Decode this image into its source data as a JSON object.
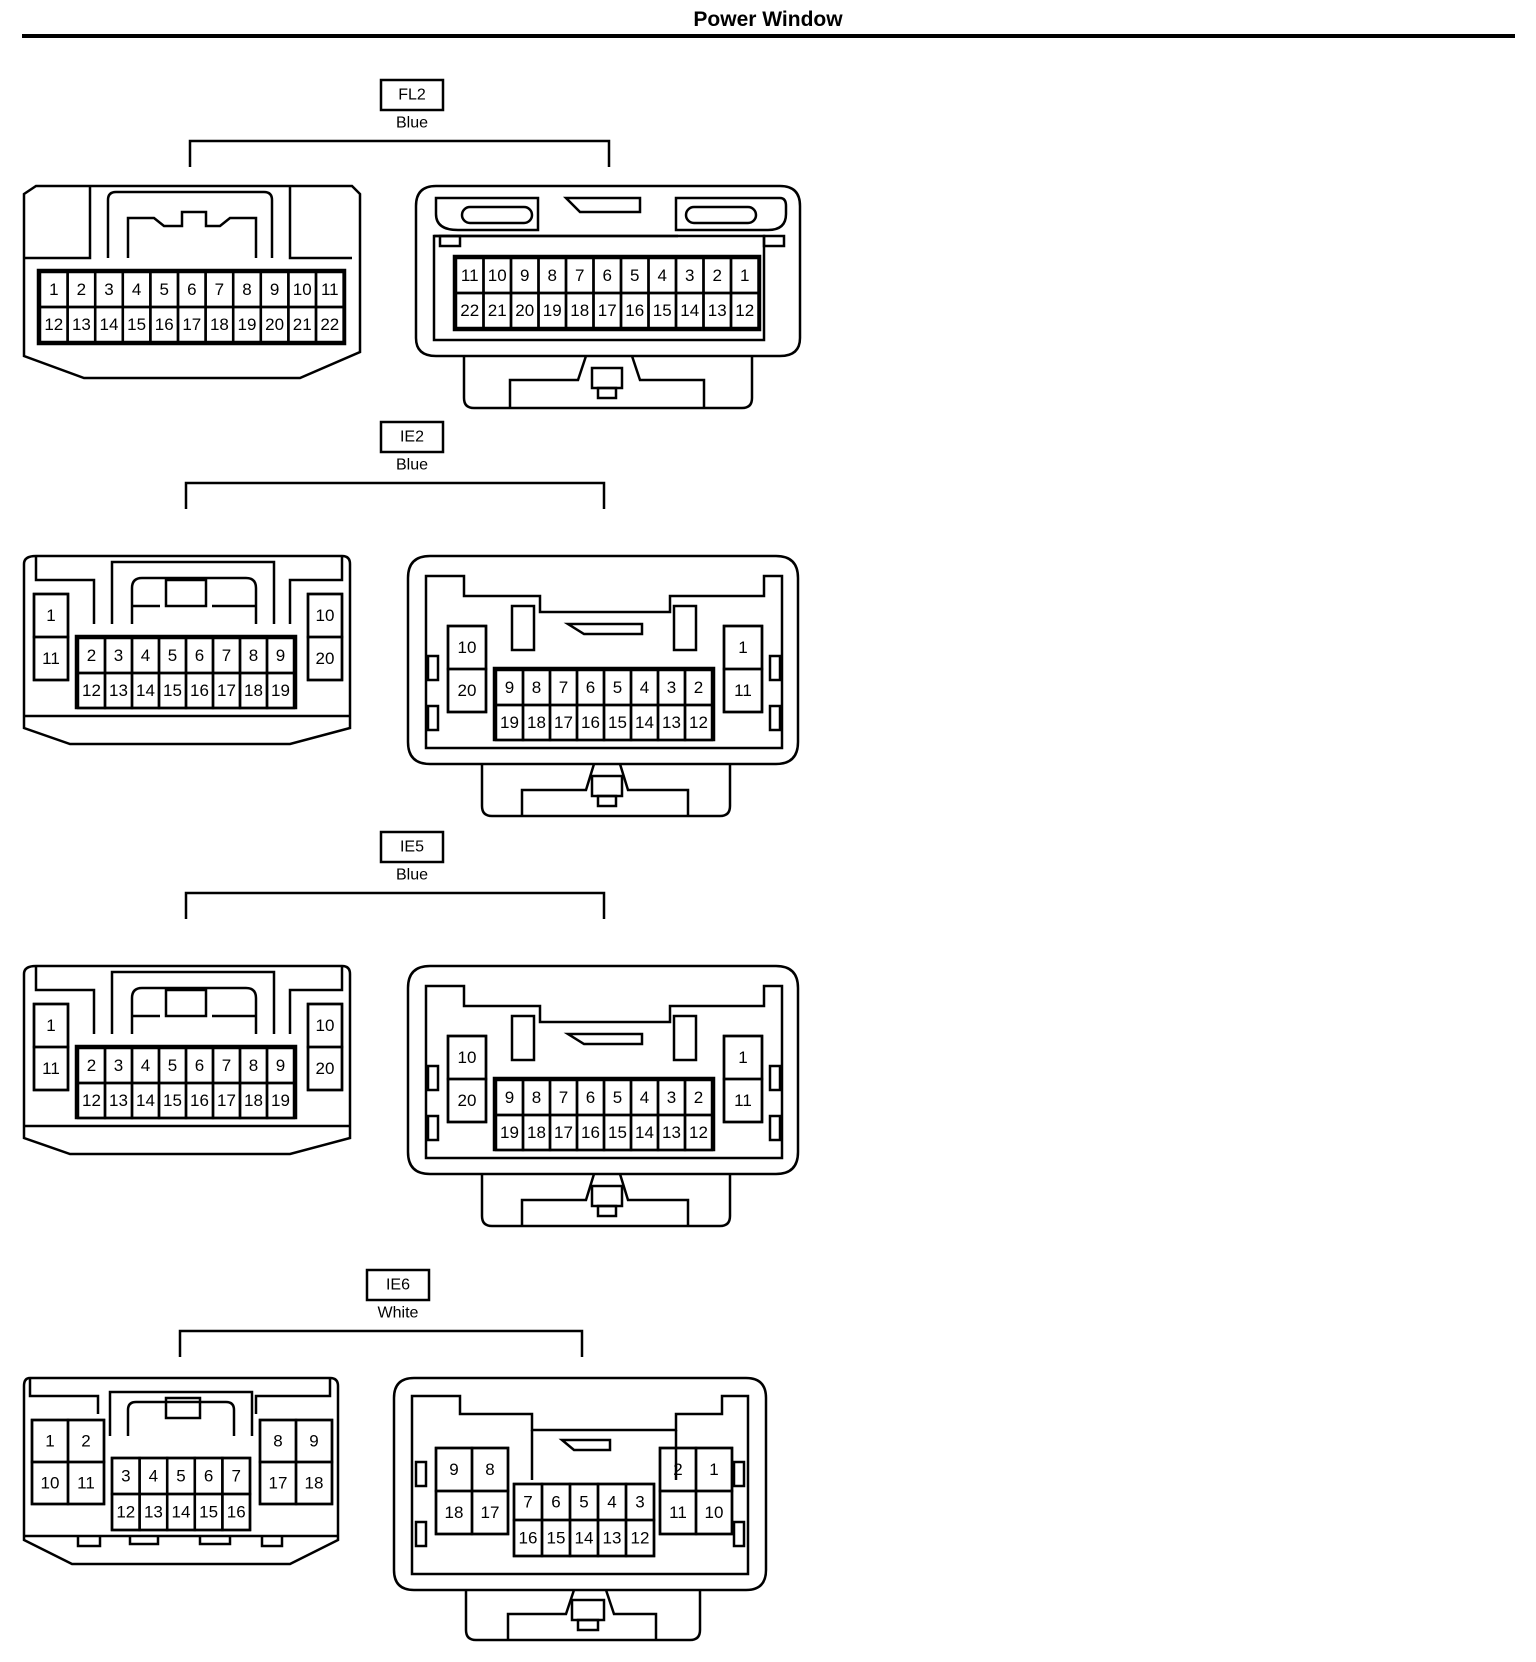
{
  "page": {
    "title": "Power Window"
  },
  "connectors": [
    {
      "code": "FL2",
      "color": "Blue",
      "male_rows": [
        [
          "1",
          "2",
          "3",
          "4",
          "5",
          "6",
          "7",
          "8",
          "9",
          "10",
          "11"
        ],
        [
          "12",
          "13",
          "14",
          "15",
          "16",
          "17",
          "18",
          "19",
          "20",
          "21",
          "22"
        ]
      ],
      "female_rows": [
        [
          "11",
          "10",
          "9",
          "8",
          "7",
          "6",
          "5",
          "4",
          "3",
          "2",
          "1"
        ],
        [
          "22",
          "21",
          "20",
          "19",
          "18",
          "17",
          "16",
          "15",
          "14",
          "13",
          "12"
        ]
      ]
    },
    {
      "code": "IE2",
      "color": "Blue",
      "male_left": [
        "1",
        "11"
      ],
      "male_center": [
        [
          "2",
          "3",
          "4",
          "5",
          "6",
          "7",
          "8",
          "9"
        ],
        [
          "12",
          "13",
          "14",
          "15",
          "16",
          "17",
          "18",
          "19"
        ]
      ],
      "male_right": [
        "10",
        "20"
      ],
      "female_left": [
        "10",
        "20"
      ],
      "female_center": [
        [
          "9",
          "8",
          "7",
          "6",
          "5",
          "4",
          "3",
          "2"
        ],
        [
          "19",
          "18",
          "17",
          "16",
          "15",
          "14",
          "13",
          "12"
        ]
      ],
      "female_right": [
        "1",
        "11"
      ]
    },
    {
      "code": "IE5",
      "color": "Blue",
      "male_left": [
        "1",
        "11"
      ],
      "male_center": [
        [
          "2",
          "3",
          "4",
          "5",
          "6",
          "7",
          "8",
          "9"
        ],
        [
          "12",
          "13",
          "14",
          "15",
          "16",
          "17",
          "18",
          "19"
        ]
      ],
      "male_right": [
        "10",
        "20"
      ],
      "female_left": [
        "10",
        "20"
      ],
      "female_center": [
        [
          "9",
          "8",
          "7",
          "6",
          "5",
          "4",
          "3",
          "2"
        ],
        [
          "19",
          "18",
          "17",
          "16",
          "15",
          "14",
          "13",
          "12"
        ]
      ],
      "female_right": [
        "1",
        "11"
      ]
    },
    {
      "code": "IE6",
      "color": "White",
      "male_left": [
        [
          "1",
          "2"
        ],
        [
          "10",
          "11"
        ]
      ],
      "male_center": [
        [
          "3",
          "4",
          "5",
          "6",
          "7"
        ],
        [
          "12",
          "13",
          "14",
          "15",
          "16"
        ]
      ],
      "male_right": [
        [
          "8",
          "9"
        ],
        [
          "17",
          "18"
        ]
      ],
      "female_left": [
        [
          "9",
          "8"
        ],
        [
          "18",
          "17"
        ]
      ],
      "female_center": [
        [
          "7",
          "6",
          "5",
          "4",
          "3"
        ],
        [
          "16",
          "15",
          "14",
          "13",
          "12"
        ]
      ],
      "female_right": [
        [
          "2",
          "1"
        ],
        [
          "11",
          "10"
        ]
      ]
    }
  ]
}
